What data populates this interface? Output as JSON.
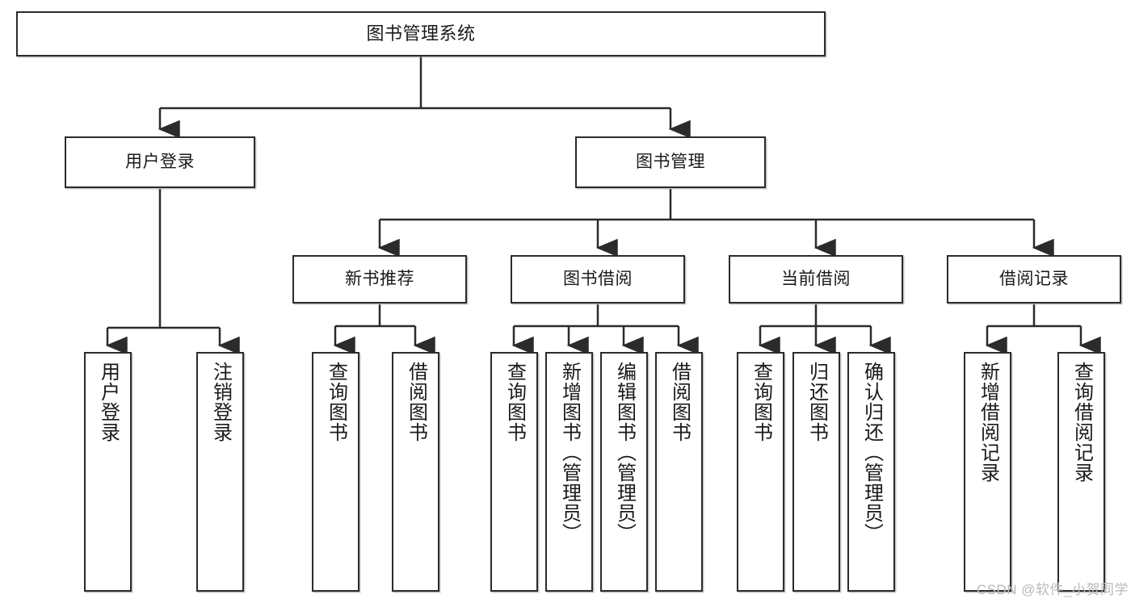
{
  "diagram": {
    "title": "图书管理系统",
    "type": "tree-hierarchy",
    "colors": {
      "box_border": "#2b2b2b",
      "box_fill": "#ffffff",
      "connector": "#2b2b2b",
      "watermark": "#b9b9b9",
      "background": "#ffffff"
    },
    "watermark": "CSDN @软件_小贺同学",
    "root": {
      "label": "图书管理系统"
    },
    "level1": [
      {
        "label": "用户登录"
      },
      {
        "label": "图书管理"
      }
    ],
    "level2": [
      {
        "label": "新书推荐"
      },
      {
        "label": "图书借阅"
      },
      {
        "label": "当前借阅"
      },
      {
        "label": "借阅记录"
      }
    ],
    "leaves": {
      "user_login": [
        {
          "label": "用户登录"
        },
        {
          "label": "注销登录"
        }
      ],
      "new_book_recommend": [
        {
          "label": "查询图书"
        },
        {
          "label": "借阅图书"
        }
      ],
      "book_borrow": [
        {
          "label": "查询图书"
        },
        {
          "label": "新增图书（管理员）"
        },
        {
          "label": "编辑图书（管理员）"
        },
        {
          "label": "借阅图书"
        }
      ],
      "current_borrow": [
        {
          "label": "查询图书"
        },
        {
          "label": "归还图书"
        },
        {
          "label": "确认归还（管理员）"
        }
      ],
      "borrow_record": [
        {
          "label": "新增借阅记录"
        },
        {
          "label": "查询借阅记录"
        }
      ]
    }
  }
}
